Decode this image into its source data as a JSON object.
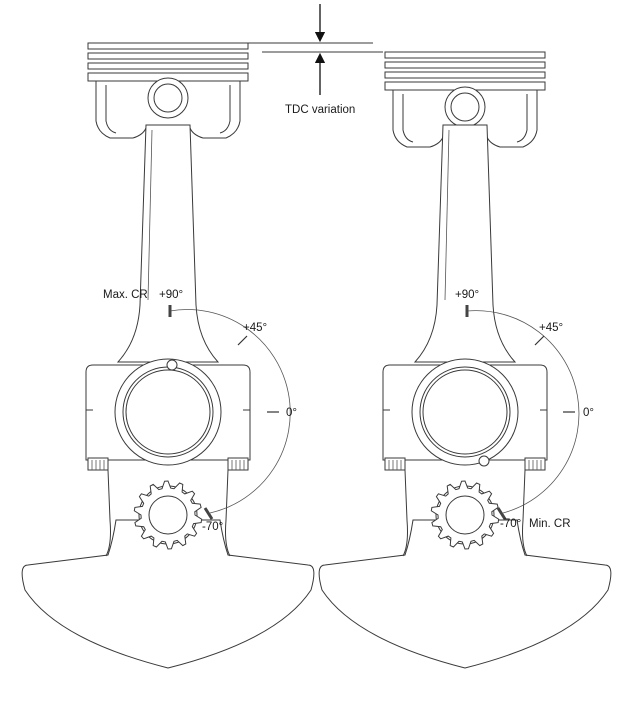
{
  "top": {
    "tdc_label": "TDC variation"
  },
  "left_mechanism": {
    "state_label": "Max. CR",
    "angle_labels": {
      "plus90": "+90°",
      "plus45": "+45°",
      "zero": "0°",
      "minus70": "-70°"
    }
  },
  "right_mechanism": {
    "state_label": "Min. CR",
    "angle_labels": {
      "plus90": "+90°",
      "plus45": "+45°",
      "zero": "0°",
      "minus70": "-70°"
    }
  },
  "colors": {
    "line": "#3a3a3a",
    "marker": "#444444",
    "background": "#ffffff"
  }
}
